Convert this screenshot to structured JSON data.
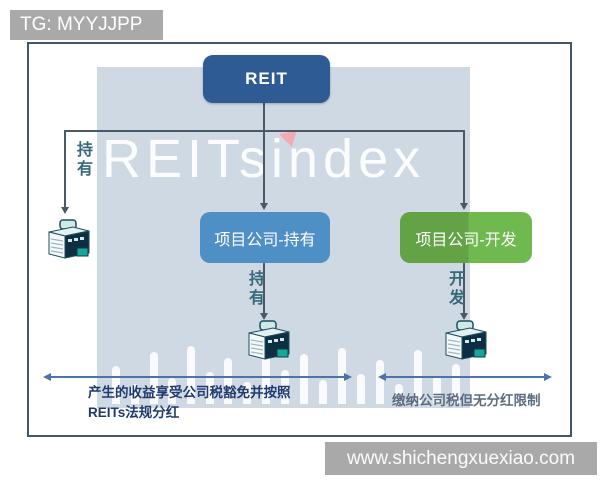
{
  "watermarks": {
    "tg_badge": "TG: MYYJJPP",
    "brand": "REITsindex",
    "website": "www.shichengxuexiao.com"
  },
  "diagram": {
    "root_node": "REIT",
    "hold_node": "项目公司-持有",
    "dev_node": "项目公司-开发",
    "edges": [
      {
        "label": "持有"
      },
      {
        "label": "持有"
      },
      {
        "label": "开发"
      }
    ],
    "note_left_line1": "产生的收益享受公司税豁免并按照",
    "note_left_line2": "REITs法规分红",
    "note_right": "缴纳公司税但无分红限制"
  },
  "icons": {
    "building": "building-icon",
    "arrow_down": "arrow-down-icon",
    "double_arrow": "double-headed-arrow-icon",
    "pink_i_dot": "pink-triangle-i-dot-icon"
  },
  "colors": {
    "badge_gray": "#a9a9a9",
    "reit_box": "#2e5b94",
    "hold_box": "#4e90c6",
    "dev_box": "#6bb14c",
    "panel": "#cfd9e4",
    "connector": "#4d5866",
    "double_arrow": "#4d74a8",
    "note_left_text": "#1f3a6e",
    "note_right_text": "#5b6b80",
    "label_text": "#35687a",
    "watermark_pink": "#f5a9b3",
    "frame_border": "#44546a"
  }
}
